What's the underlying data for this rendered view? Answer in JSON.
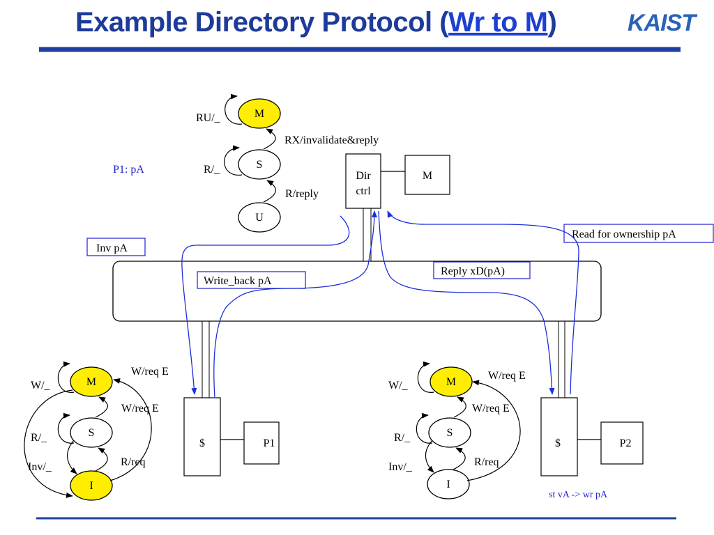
{
  "title": {
    "prefix": "Example Directory Protocol (",
    "highlight": "Wr to M",
    "suffix": ")"
  },
  "logo": "KAIST",
  "colors": {
    "title": "#1d3b9a",
    "rule": "#1e3fa0",
    "arrow": "#1c2ddc",
    "state_fill": "#ffee00",
    "label_blue": "#1f1fcf"
  },
  "directory": {
    "states": {
      "m": "M",
      "s": "S",
      "u": "U"
    },
    "transitions": {
      "ru": "RU/_",
      "rx": "RX/invalidate&reply",
      "r": "R/_",
      "reply": "R/reply"
    },
    "label": "P1: pA",
    "dir_ctrl": [
      "Dir",
      "ctrl"
    ],
    "memory": "M"
  },
  "bus_labels": {
    "inv": "Inv pA",
    "write_back": "Write_back pA",
    "reply": "Reply xD(pA)",
    "read_ownership": "Read for ownership pA"
  },
  "p1": {
    "states": {
      "m": "M",
      "s": "S",
      "i": "I"
    },
    "transitions": {
      "w_self": "W/_",
      "w_req_e_outer": "W/req E",
      "w_req_e_inner": "W/req E",
      "r_self": "R/_",
      "inv": "Inv/_",
      "r_req": "R/req"
    },
    "cache": "$",
    "processor": "P1"
  },
  "p2": {
    "states": {
      "m": "M",
      "s": "S",
      "i": "I"
    },
    "transitions": {
      "w_self": "W/_",
      "w_req_e_outer": "W/req E",
      "w_req_e_inner": "W/req E",
      "r_self": "R/_",
      "inv": "Inv/_",
      "r_req": "R/req"
    },
    "cache": "$",
    "processor": "P2",
    "note": "st vA -> wr pA"
  }
}
